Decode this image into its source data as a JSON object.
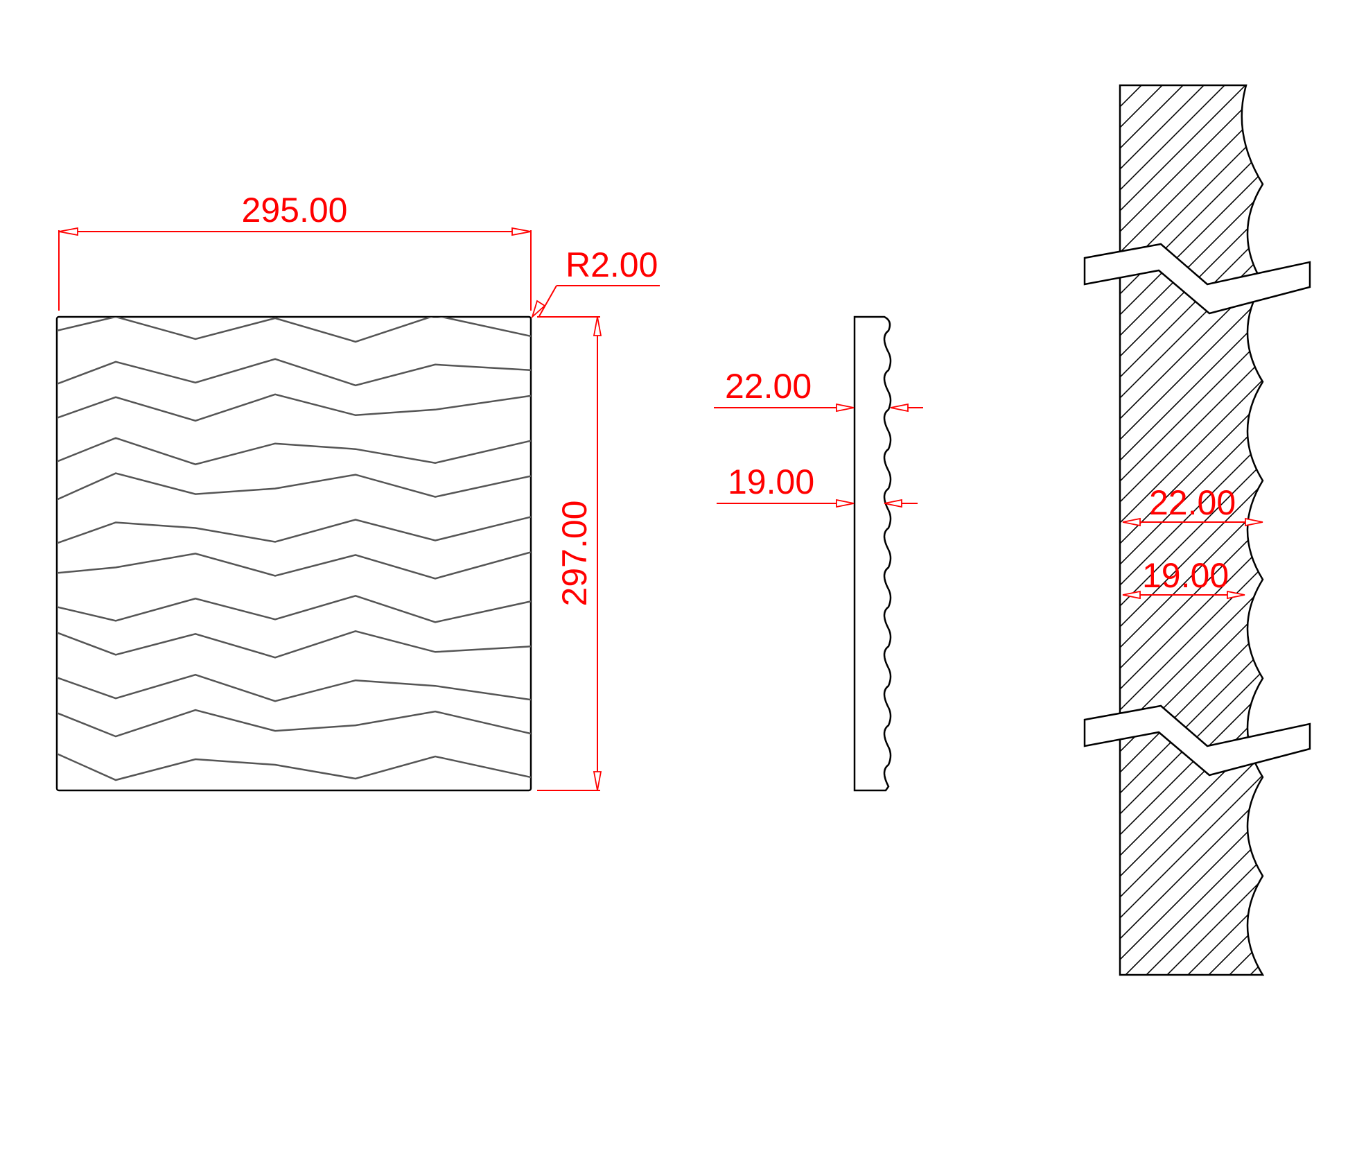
{
  "front_view": {
    "width_label": "295.00",
    "height_label": "297.00",
    "radius_label": "R2.00",
    "pattern_rows": 12
  },
  "side_view": {
    "outer_label": "22.00",
    "inner_label": "19.00"
  },
  "detail_view": {
    "outer_label": "22.00",
    "inner_label": "19.00"
  },
  "colors": {
    "dimension": "#ff0000",
    "outline": "#000000",
    "pattern": "#555555"
  }
}
